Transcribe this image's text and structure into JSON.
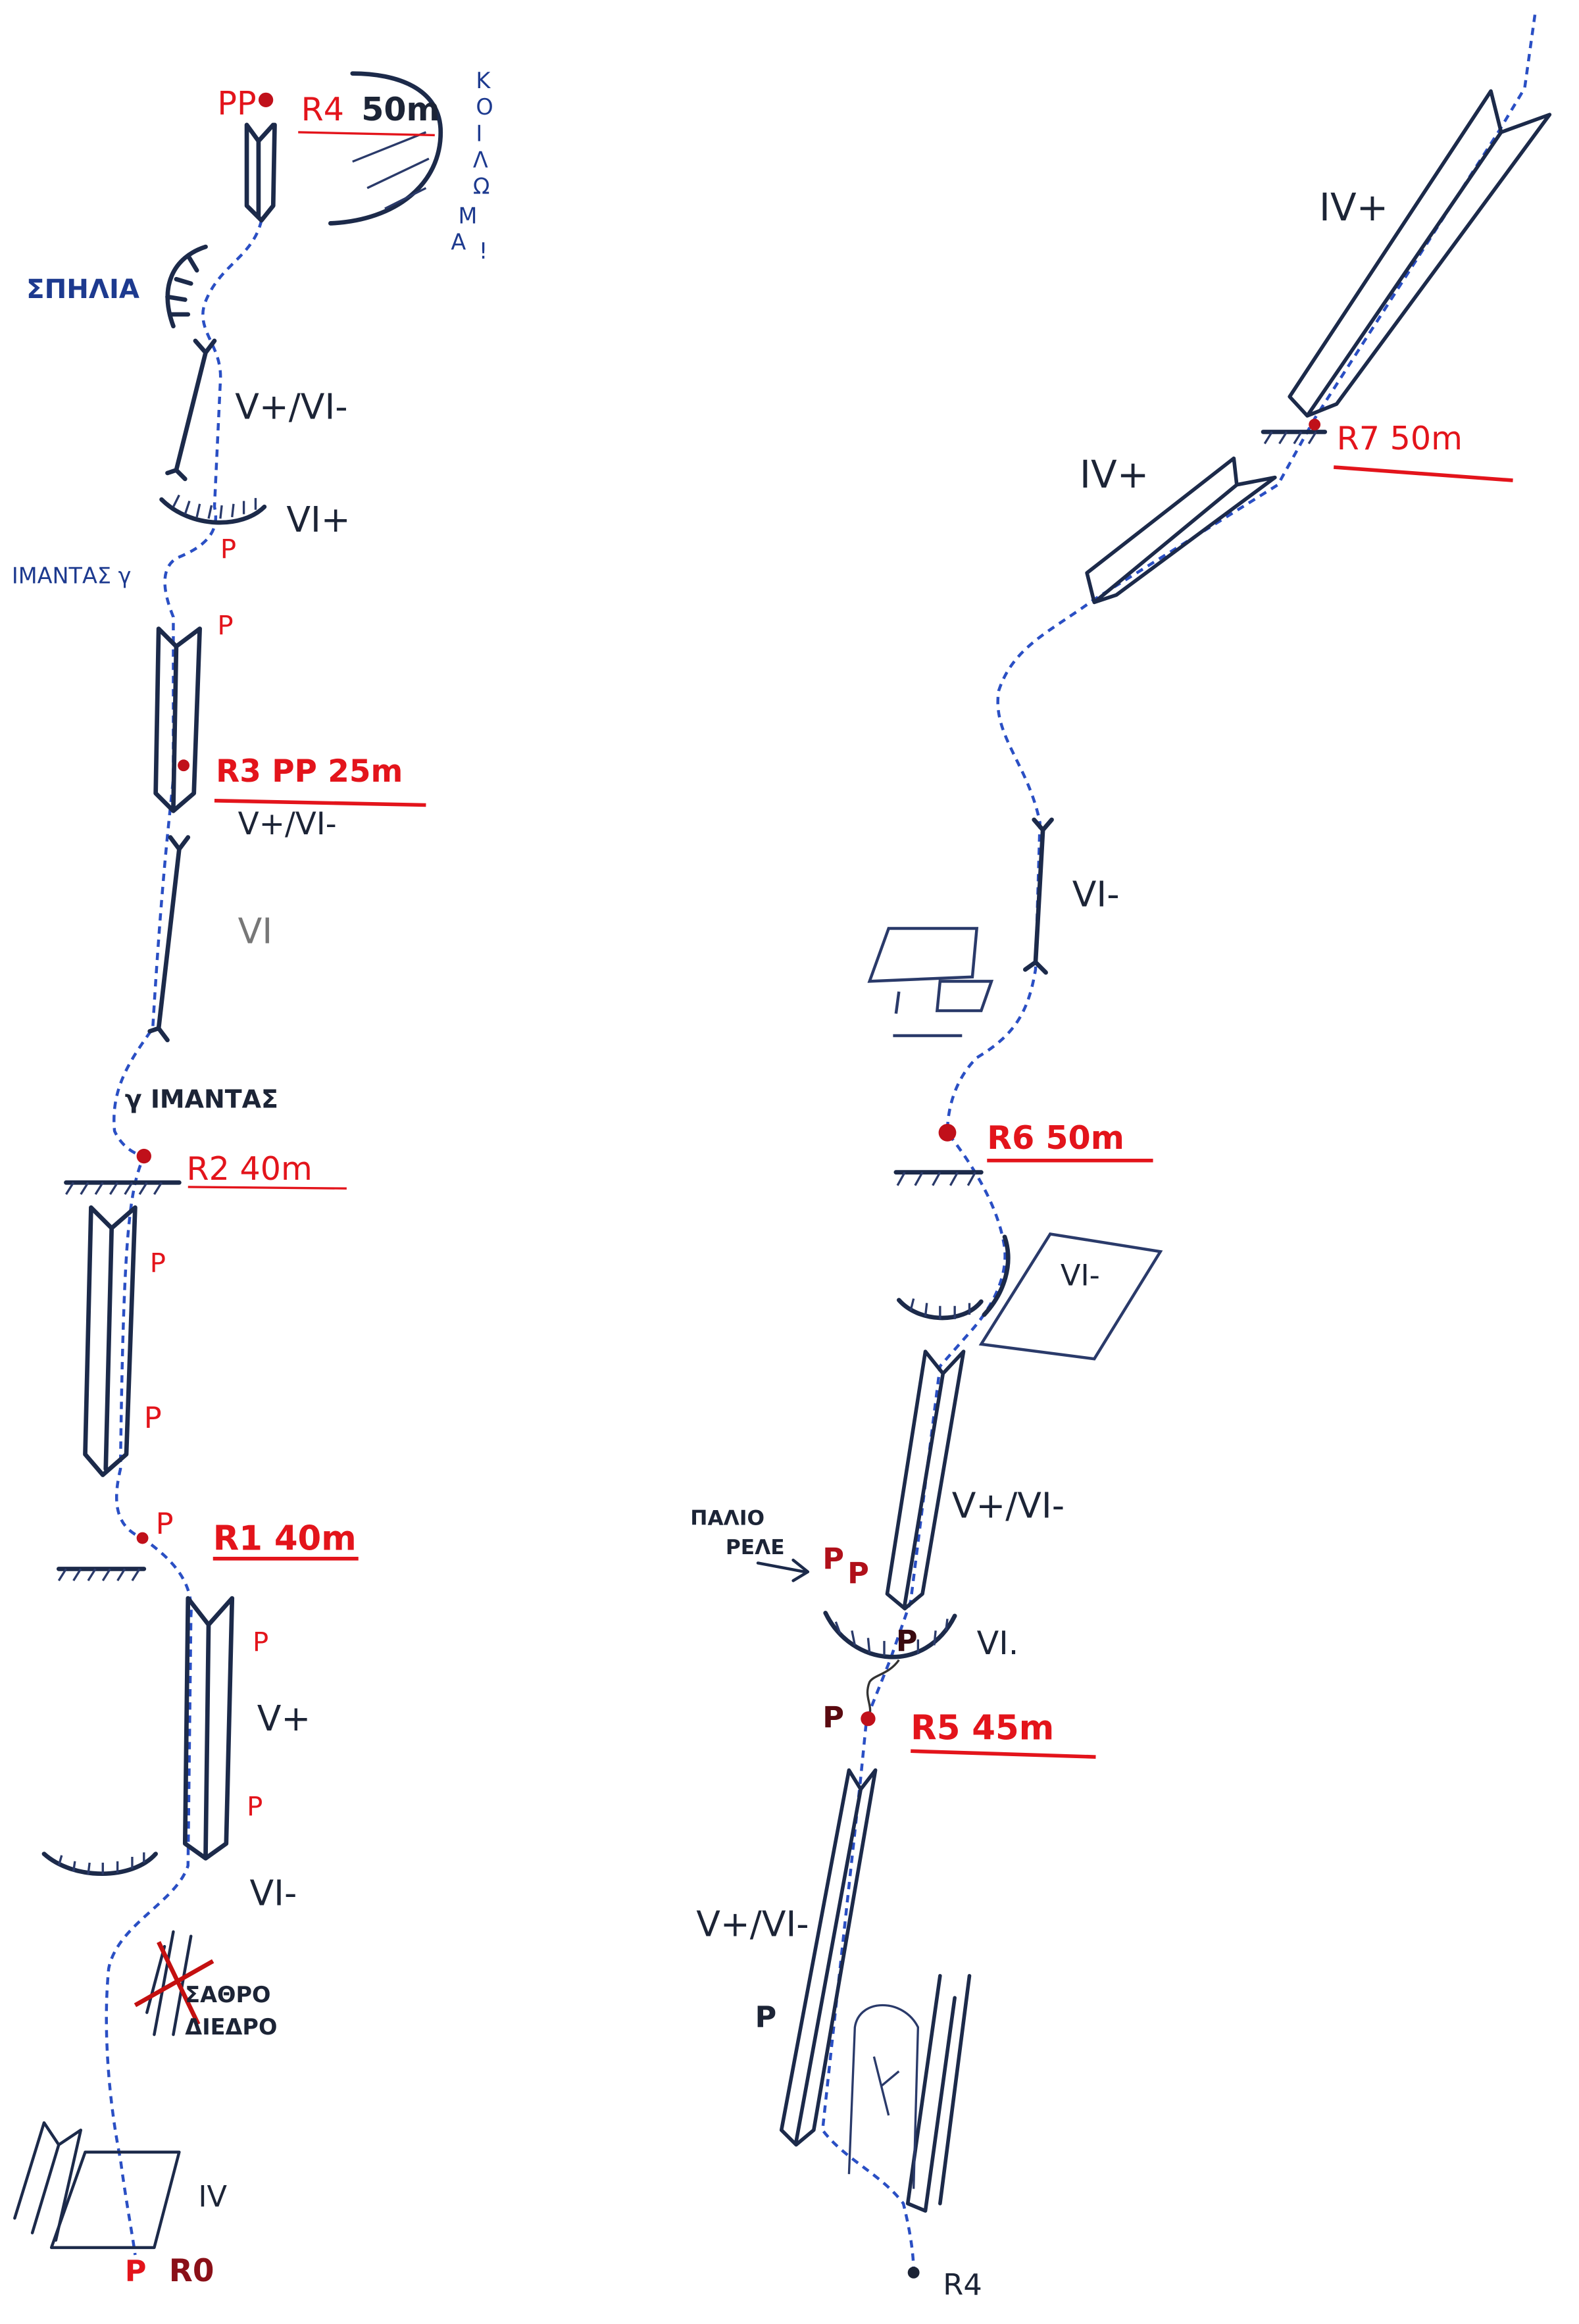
{
  "colors": {
    "belay": "#e3141b",
    "ink": "#1c2436",
    "route": "#2a4fc4",
    "note": "#1d3a8f"
  },
  "left": {
    "pp_top": "PP",
    "r4_label": "R4",
    "r4_len": "50m",
    "overhang_note": [
      "Κ",
      "Ο",
      "Ι",
      "Λ",
      "Ω",
      "Μ",
      "Α",
      "!"
    ],
    "cave": "ΣΠΗΛΙΑ",
    "grade1": "V+/VI-",
    "grade_roof": "VI+",
    "p1": "P",
    "sling1": "ΙΜΑΝΤΑΣ γ",
    "p2": "P",
    "r3": "R3 PP 25m",
    "grade2": "V+/VI-",
    "grade3": "VI",
    "sling2": "γ ΙΜΑΝΤΑΣ",
    "r2": "R2 40m",
    "p3": "P",
    "p4": "P",
    "p5": "P",
    "r1": "R1 40m",
    "p6": "P",
    "grade4": "V+",
    "p7": "P",
    "grade5": "VI-",
    "loose1": "ΣΑΘΡΟ",
    "loose2": "ΔΙΕΔΡΟ",
    "grade6": "IV",
    "p8": "P",
    "r0": "R0"
  },
  "right": {
    "grade1": "IV+",
    "r7": "R7 50m",
    "grade2": "IV+",
    "grade3": "VI-",
    "r6": "R6 50m",
    "grade4": "VI-",
    "grade5": "V+/VI-",
    "old1": "ΠΑΛΙΟ",
    "old2": "ΡΕΛΕ",
    "pp_a": "P",
    "pp_b": "P",
    "p_roof": "P",
    "grade_roof": "VI.",
    "p_r5": "P",
    "r5": "R5 45m",
    "grade6": "V+/VI-",
    "p_low": "P",
    "r4": "R4"
  }
}
